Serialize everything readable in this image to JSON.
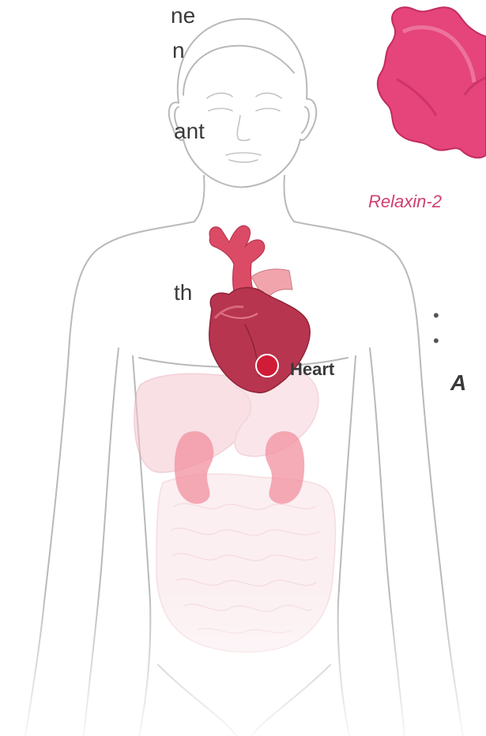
{
  "left_text_fragments": [
    "ne",
    "n",
    "ant",
    "th"
  ],
  "right_bullets": [
    "•",
    "•"
  ],
  "right_text_fragment": "A",
  "relaxin_label": "Relaxin-2",
  "organ_label": "Heart",
  "colors": {
    "accent": "#e5457a",
    "heart": "#b8354f",
    "marker": "#d01c37",
    "label_pink": "#d0406e"
  }
}
